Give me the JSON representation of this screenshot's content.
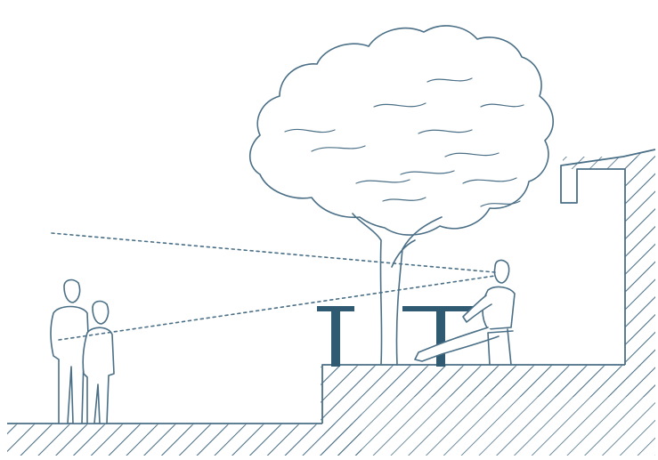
{
  "scene": {
    "kind": "section-sketch",
    "ink_color": "#4a6f86",
    "accent_color": "#2f5a72",
    "paper_color": "#ffffff",
    "elements": [
      "standing-person-left",
      "standing-person-right",
      "tree",
      "table-left",
      "table-right",
      "seated-person",
      "raised-terrace",
      "building-wall",
      "ground-hatching"
    ],
    "sightlines": [
      "sightline-seated-to-distance",
      "sightline-standing-to-seated"
    ]
  }
}
